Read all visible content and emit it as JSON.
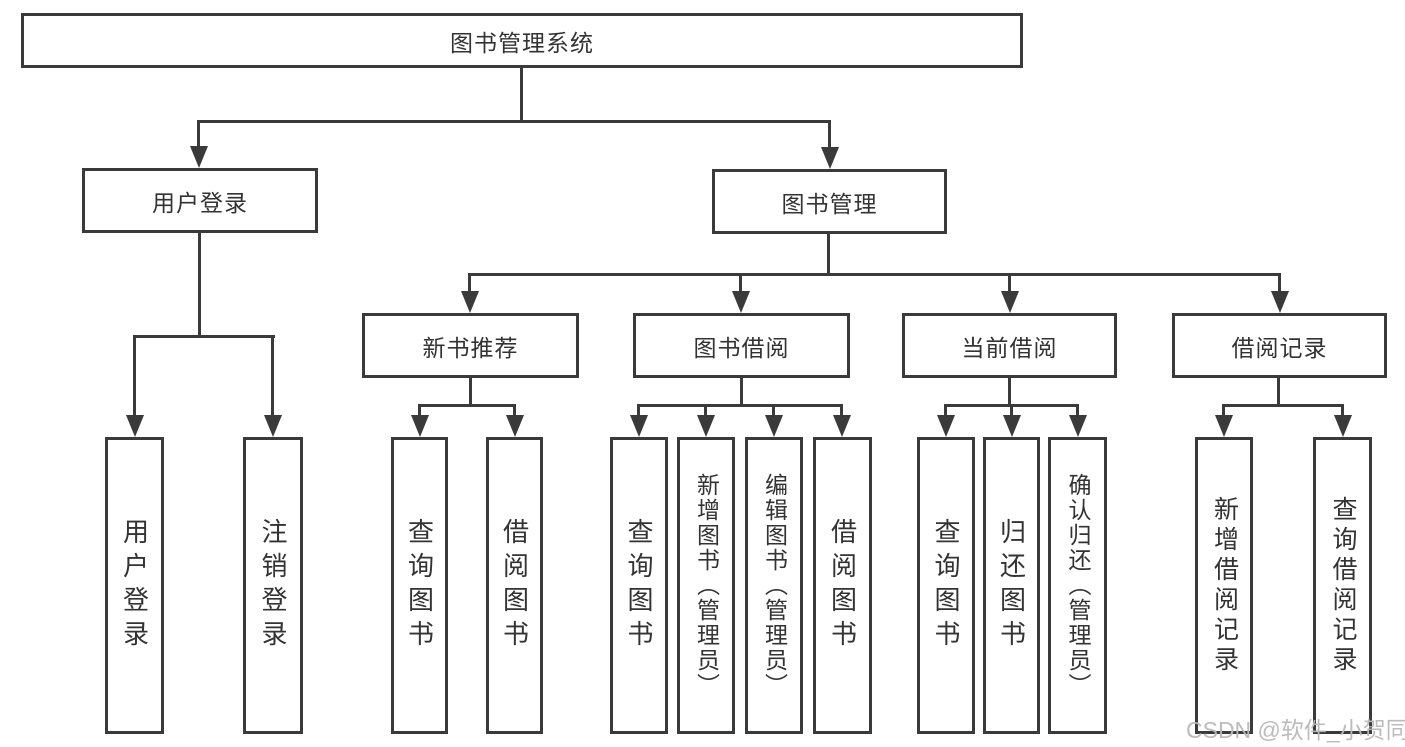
{
  "colors": {
    "line": "#3a3a3a",
    "text": "#333333",
    "background": "#ffffff",
    "watermark": "#b9b9b9"
  },
  "watermark": {
    "text": "CSDN @软件_小贺同学"
  },
  "tree": {
    "label": "图书管理系统",
    "children": [
      {
        "label": "用户登录",
        "children": [
          {
            "label": "用户登录"
          },
          {
            "label": "注销登录"
          }
        ]
      },
      {
        "label": "图书管理",
        "children": [
          {
            "label": "新书推荐",
            "children": [
              {
                "label": "查询图书"
              },
              {
                "label": "借阅图书"
              }
            ]
          },
          {
            "label": "图书借阅",
            "children": [
              {
                "label": "查询图书"
              },
              {
                "label": "新增图书（管理员）"
              },
              {
                "label": "编辑图书（管理员）"
              },
              {
                "label": "借阅图书"
              }
            ]
          },
          {
            "label": "当前借阅",
            "children": [
              {
                "label": "查询图书"
              },
              {
                "label": "归还图书"
              },
              {
                "label": "确认归还（管理员）"
              }
            ]
          },
          {
            "label": "借阅记录",
            "children": [
              {
                "label": "新增借阅记录"
              },
              {
                "label": "查询借阅记录"
              }
            ]
          }
        ]
      }
    ]
  }
}
